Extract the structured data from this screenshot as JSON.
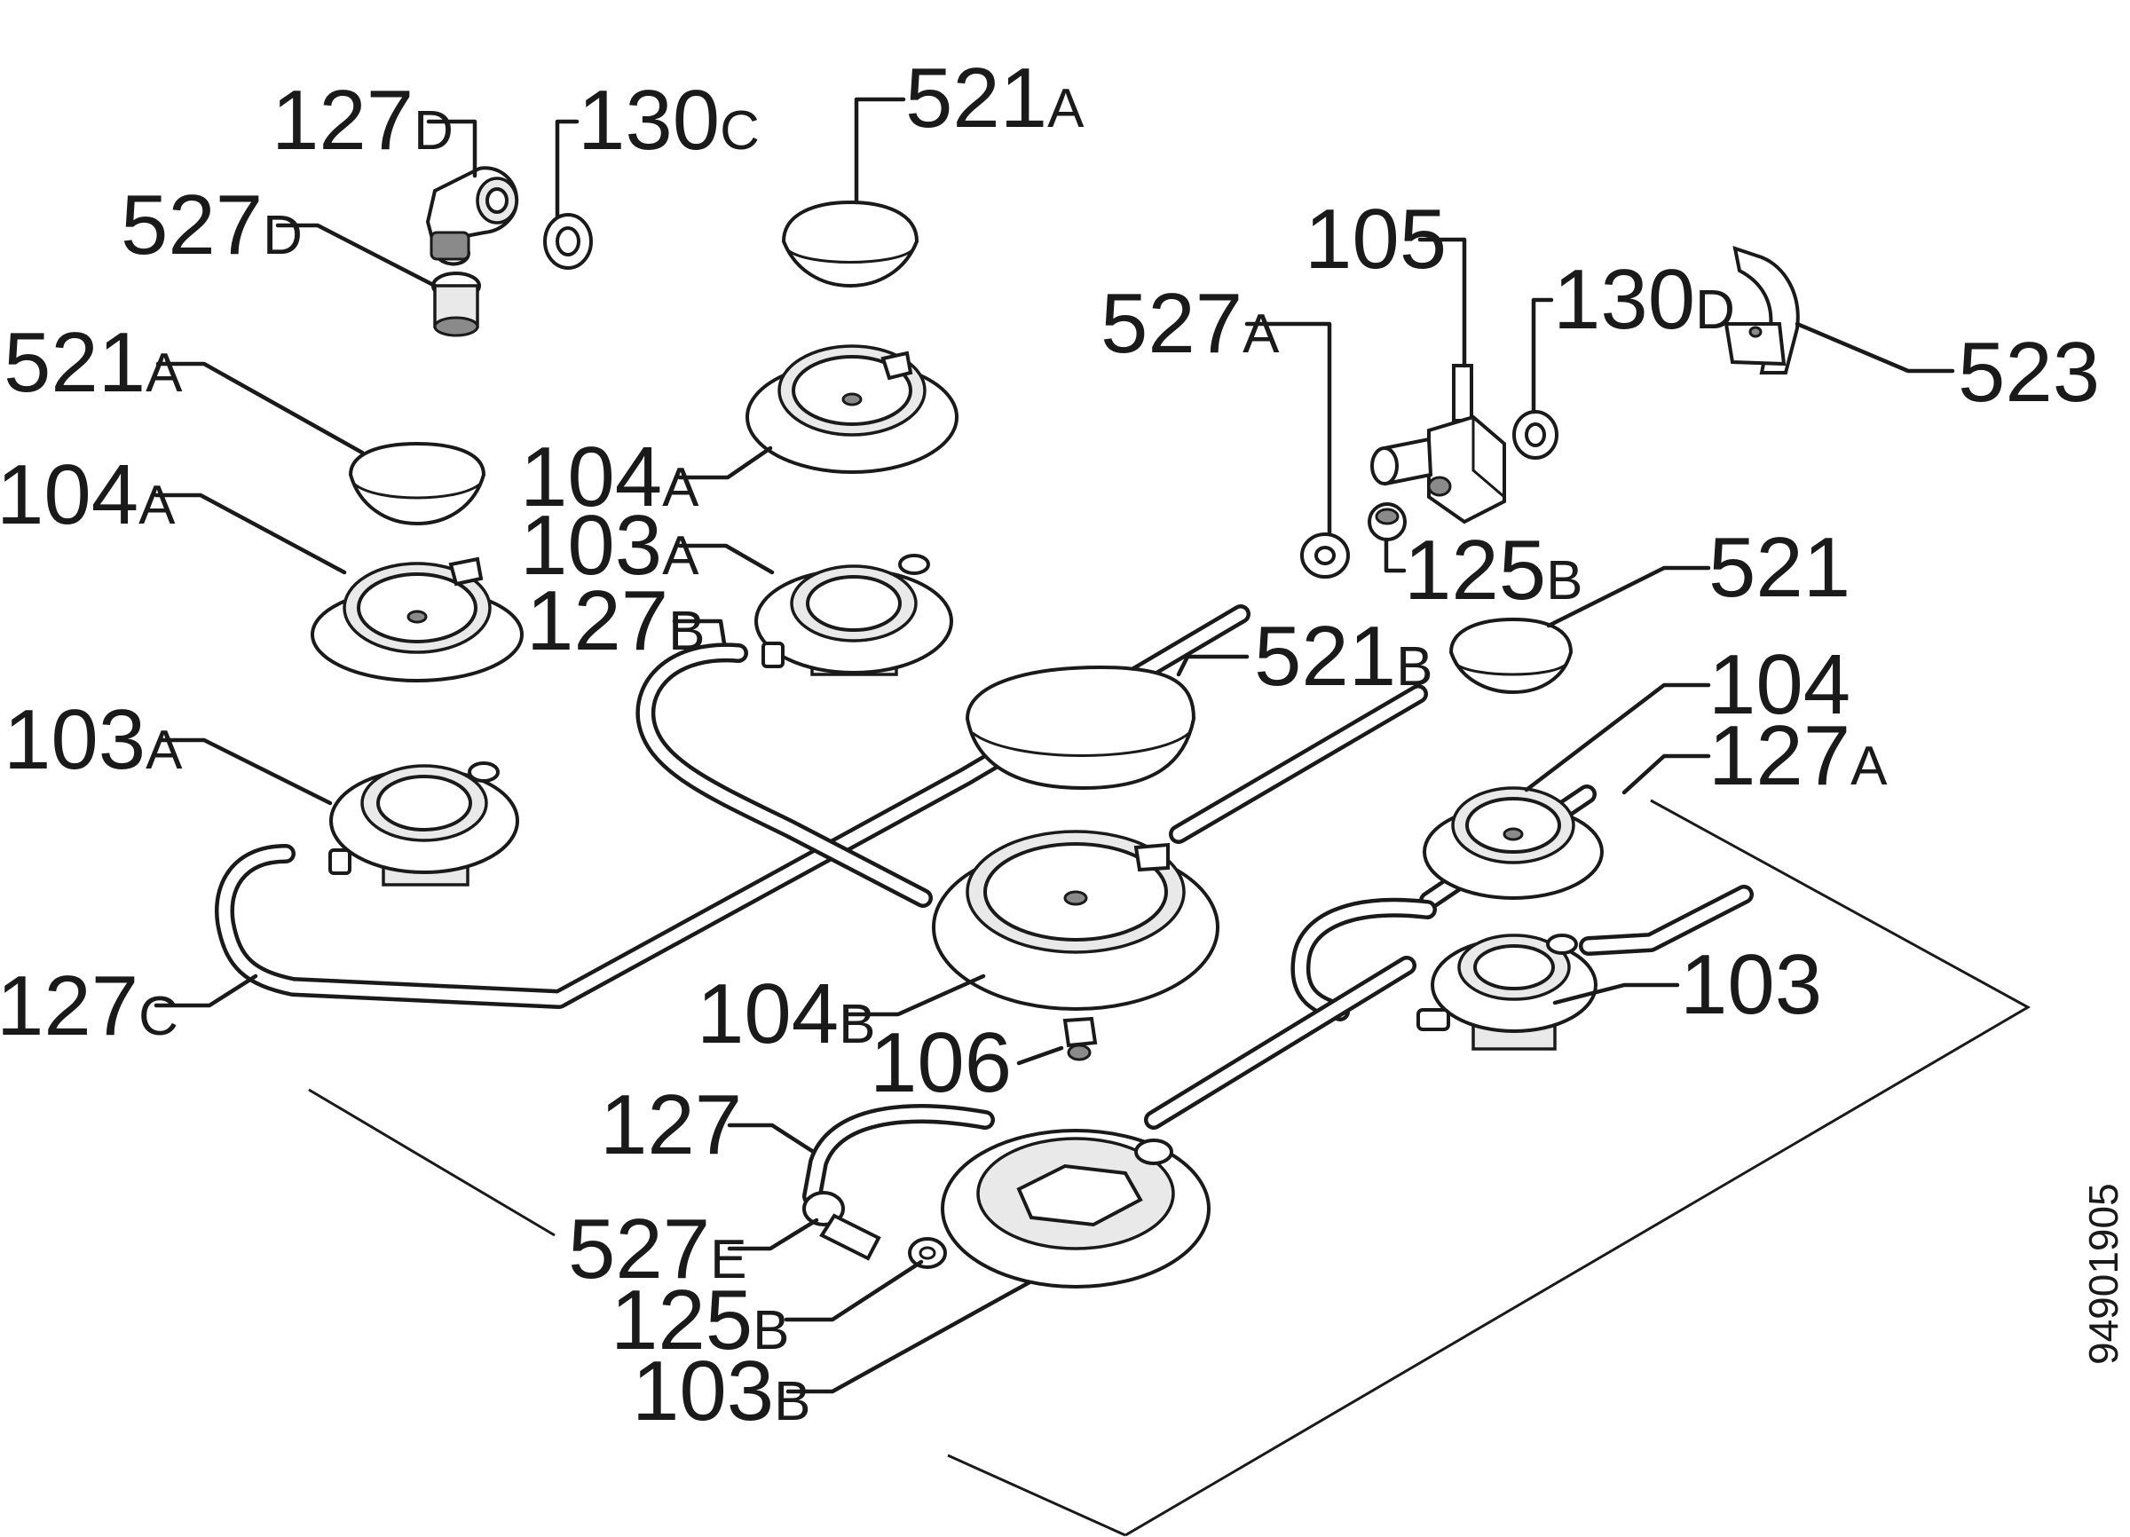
{
  "labels": [
    {
      "id": "127D",
      "num": "127",
      "sfx": "D"
    },
    {
      "id": "130C",
      "num": "130",
      "sfx": "C"
    },
    {
      "id": "521A-top",
      "num": "521",
      "sfx": "A"
    },
    {
      "id": "527D",
      "num": "527",
      "sfx": "D"
    },
    {
      "id": "521A-left",
      "num": "521",
      "sfx": "A"
    },
    {
      "id": "104A-left",
      "num": "104",
      "sfx": "A"
    },
    {
      "id": "104A-mid",
      "num": "104",
      "sfx": "A"
    },
    {
      "id": "103A-mid",
      "num": "103",
      "sfx": "A"
    },
    {
      "id": "127B",
      "num": "127",
      "sfx": "B"
    },
    {
      "id": "103A-left",
      "num": "103",
      "sfx": "A"
    },
    {
      "id": "127C",
      "num": "127",
      "sfx": "C"
    },
    {
      "id": "105",
      "num": "105",
      "sfx": ""
    },
    {
      "id": "527A",
      "num": "527",
      "sfx": "A"
    },
    {
      "id": "130D",
      "num": "130",
      "sfx": "D"
    },
    {
      "id": "523",
      "num": "523",
      "sfx": ""
    },
    {
      "id": "125B-top",
      "num": "125",
      "sfx": "B"
    },
    {
      "id": "521",
      "num": "521",
      "sfx": ""
    },
    {
      "id": "521B",
      "num": "521",
      "sfx": "B"
    },
    {
      "id": "104",
      "num": "104",
      "sfx": ""
    },
    {
      "id": "127A",
      "num": "127",
      "sfx": "A"
    },
    {
      "id": "103",
      "num": "103",
      "sfx": ""
    },
    {
      "id": "104B",
      "num": "104",
      "sfx": "B"
    },
    {
      "id": "106",
      "num": "106",
      "sfx": ""
    },
    {
      "id": "127",
      "num": "127",
      "sfx": ""
    },
    {
      "id": "527E",
      "num": "527",
      "sfx": "E"
    },
    {
      "id": "125B-bottom",
      "num": "125",
      "sfx": "B"
    },
    {
      "id": "103B",
      "num": "103",
      "sfx": "B"
    }
  ],
  "document_number": "94901905"
}
